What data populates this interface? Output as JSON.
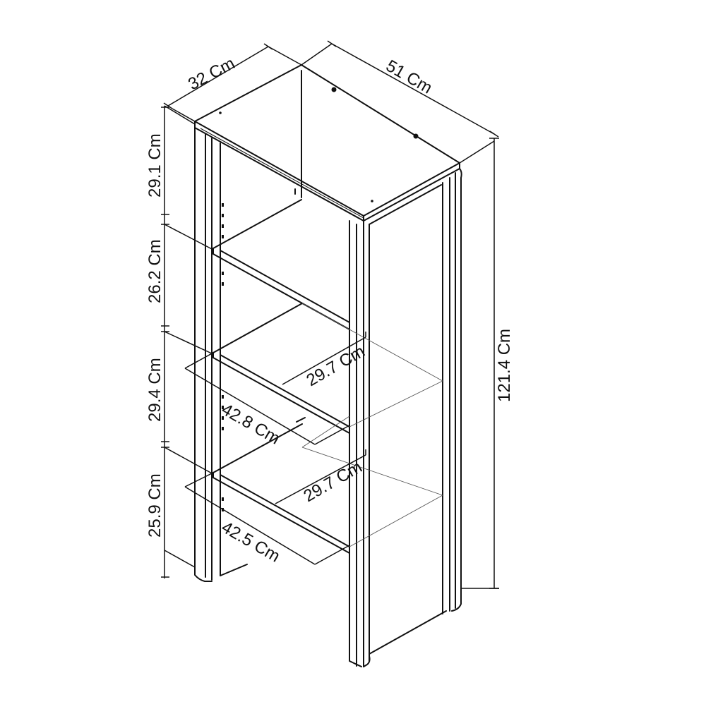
{
  "dimensions": {
    "depth": "32 Cm",
    "width": "51 Cm",
    "height_total": "121.4 Cm",
    "section_top": "29.1 Cm",
    "section_upper": "26.2 Cm",
    "section_lower": "29.4 Cm",
    "section_bottom": "25.9 Cm",
    "shelf_upper_depth": "29.7 Cm",
    "shelf_upper_width": "42.8 Cm",
    "shelf_lower_depth": "29.7 Cm",
    "shelf_lower_width": "42.5 Cm"
  },
  "colors": {
    "line": "#111111",
    "background": "#ffffff"
  }
}
